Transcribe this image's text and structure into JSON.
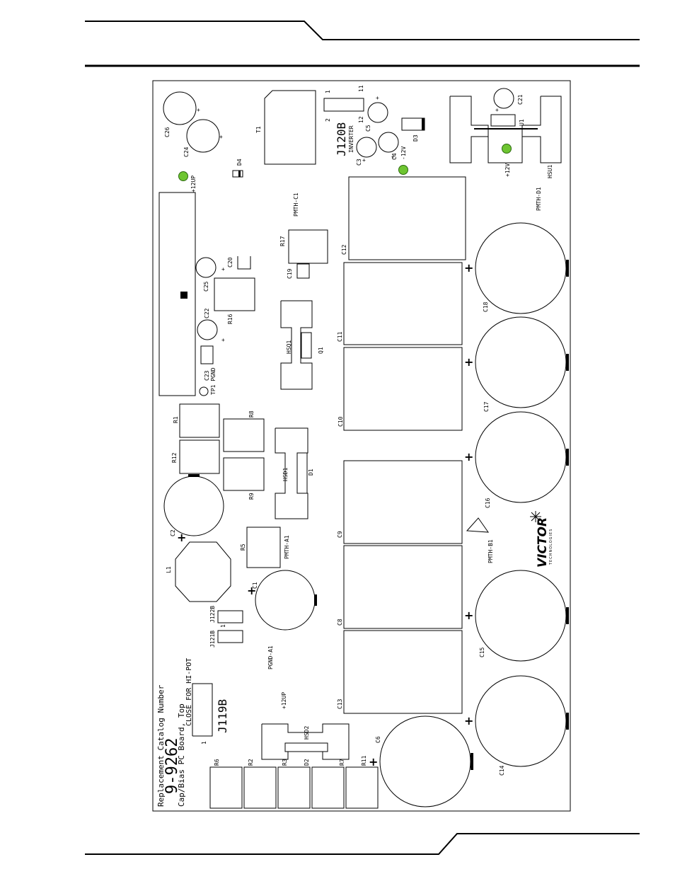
{
  "catalog": {
    "line1": "Replacement Catalog Number",
    "number": "9-9262",
    "line3": "Cap/Bias PC Board, Top"
  },
  "connectors": {
    "j119b": "J119B",
    "j119b_note": "CLOSE FOR HI-POT",
    "j120b": "J120B",
    "j120b_sub": "INVERTER",
    "j121b": "J121B",
    "j122b": "J122B"
  },
  "pins": {
    "p1": "1",
    "p2": "2",
    "p11": "11",
    "p12": "12"
  },
  "test_points": {
    "v12up_top": "+12UP",
    "v12_neg": "-12V",
    "v12_right": "+12V",
    "tp1": "TP1 PGND",
    "v12up_bottom": "+12UP",
    "pgnd_a1": "PGND-A1"
  },
  "capacitors": {
    "C1": "C1",
    "C2": "C2",
    "C3": "C3",
    "C4": "C4",
    "C5": "C5",
    "C6": "C6",
    "C8": "C8",
    "C9": "C9",
    "C10": "C10",
    "C11": "C11",
    "C12": "C12",
    "C13": "C13",
    "C14": "C14",
    "C15": "C15",
    "C16": "C16",
    "C17": "C17",
    "C18": "C18",
    "C19": "C19",
    "C20": "C20",
    "C21": "C21",
    "C22": "C22",
    "C23": "C23",
    "C24": "C24",
    "C25": "C25",
    "C26": "C26"
  },
  "resistors": {
    "R1": "R1",
    "R2": "R2",
    "R3": "R3",
    "R5": "R5",
    "R6": "R6",
    "R7": "R7",
    "R8": "R8",
    "R9": "R9",
    "R11": "R11",
    "R12": "R12",
    "R16": "R16",
    "R17": "R17"
  },
  "semis": {
    "D1": "D1",
    "D2": "D2",
    "D3": "D3",
    "D4": "D4",
    "Q1": "Q1",
    "U1": "U1",
    "T1": "T1",
    "L1": "L1"
  },
  "heatsinks": {
    "HSQ1": "HSQ1",
    "HSD1": "HSD1",
    "HSD2": "HSD2",
    "HSU1": "HSU1"
  },
  "mount_points": {
    "PMTH_A1": "PMTH-A1",
    "PMTH_B1": "PMTH-B1",
    "PMTH_C1": "PMTH-C1",
    "PMTH_D1": "PMTH-D1"
  },
  "logo": {
    "brand": "VICTOR",
    "sub": "TECHNOLOGIES"
  },
  "colors": {
    "test_point": "#6ec531",
    "ink": "#000000",
    "board_bg": "#ffffff"
  }
}
